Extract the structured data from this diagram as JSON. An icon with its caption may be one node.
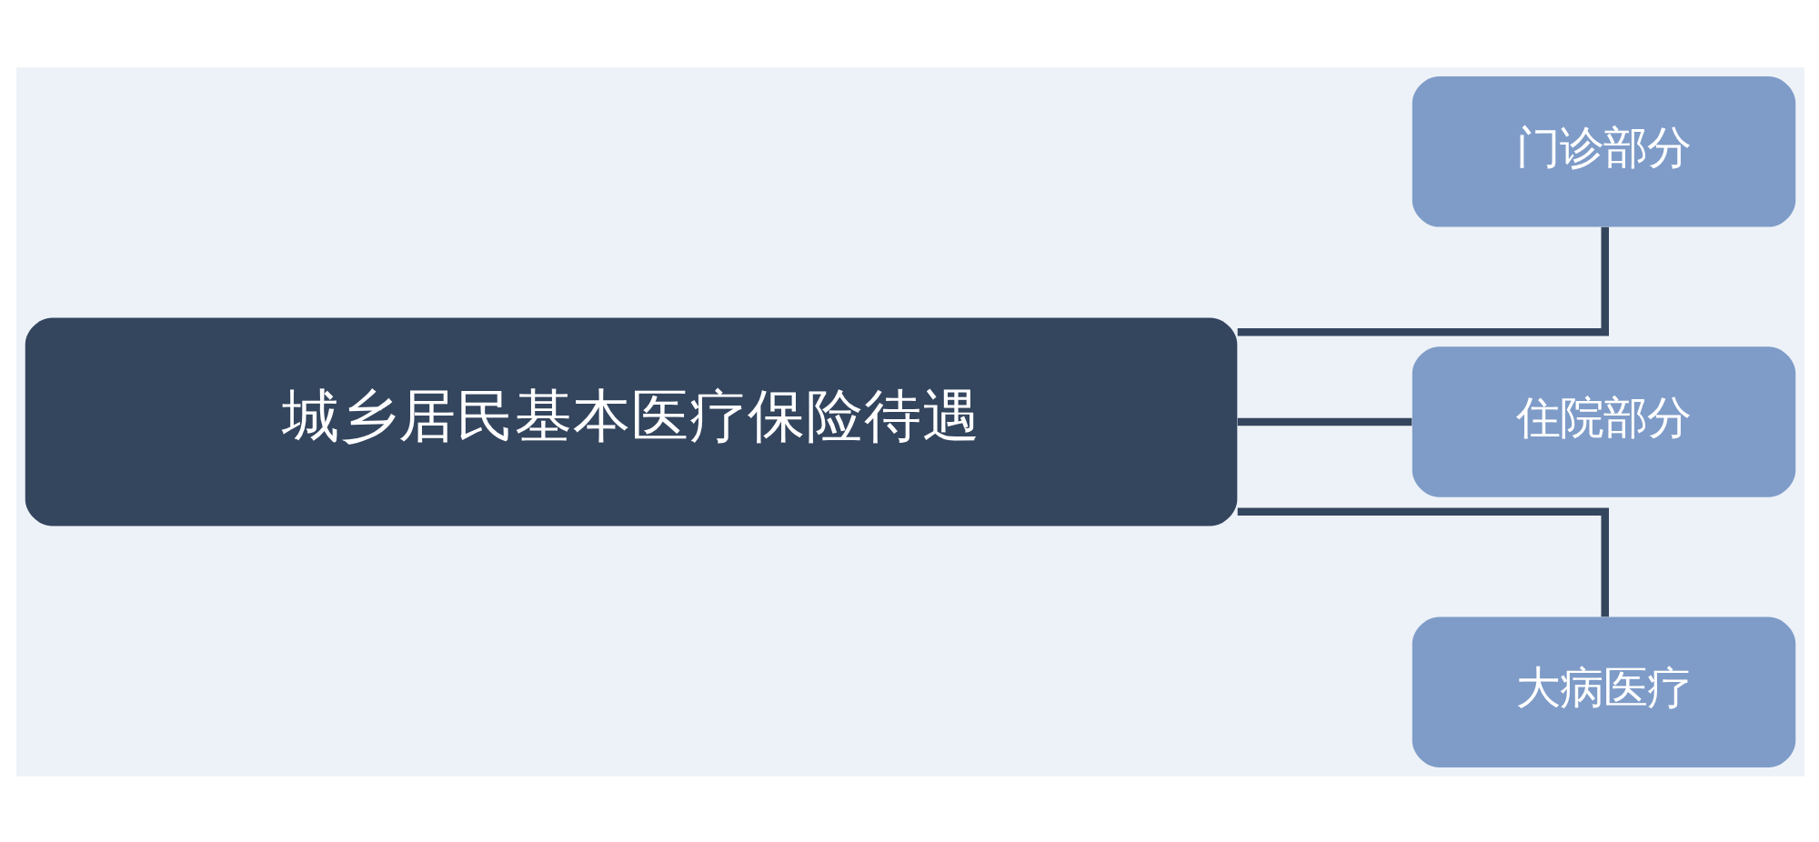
{
  "diagram": {
    "nodes": [
      {
        "text": [
          "城乡居民基本医疗保险待遇"
        ]
      },
      {
        "text": [
          "门诊部分"
        ]
      },
      {
        "text": [
          "住院部分"
        ]
      },
      {
        "text": [
          "大病医疗"
        ]
      }
    ],
    "edges": [
      {
        "from": 0,
        "to": 1,
        "arrow": "none"
      },
      {
        "from": 0,
        "to": 2,
        "arrow": "none"
      },
      {
        "from": 0,
        "to": 3,
        "arrow": "none"
      }
    ]
  }
}
